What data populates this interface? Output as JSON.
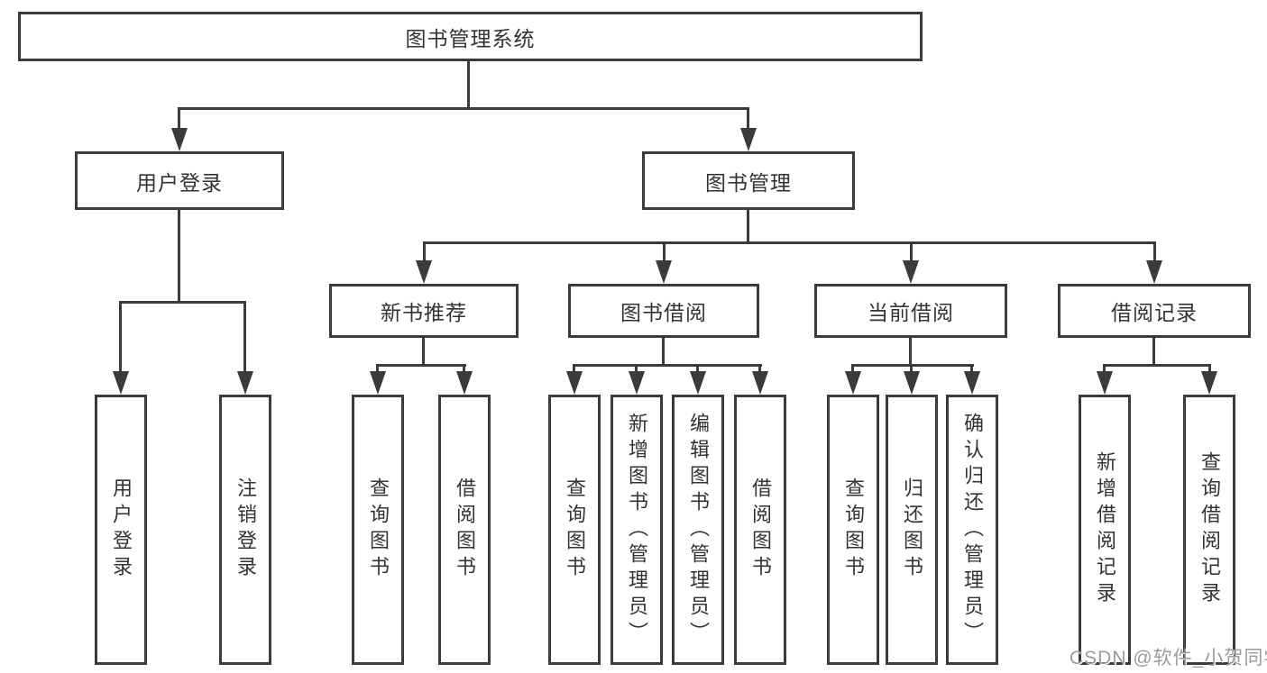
{
  "tree": {
    "label": "图书管理系统",
    "children": [
      {
        "label": "用户登录",
        "children": [
          {
            "label": "用户登录"
          },
          {
            "label": "注销登录"
          }
        ]
      },
      {
        "label": "图书管理",
        "children": [
          {
            "label": "新书推荐",
            "children": [
              {
                "label": "查询图书"
              },
              {
                "label": "借阅图书"
              }
            ]
          },
          {
            "label": "图书借阅",
            "children": [
              {
                "label": "查询图书"
              },
              {
                "label": "新增图书（管理员）"
              },
              {
                "label": "编辑图书（管理员）"
              },
              {
                "label": "借阅图书"
              }
            ]
          },
          {
            "label": "当前借阅",
            "children": [
              {
                "label": "查询图书"
              },
              {
                "label": "归还图书"
              },
              {
                "label": "确认归还（管理员）"
              }
            ]
          },
          {
            "label": "借阅记录",
            "children": [
              {
                "label": "新增借阅记录"
              },
              {
                "label": "查询借阅记录"
              }
            ]
          }
        ]
      }
    ]
  },
  "watermark": {
    "text": "CSDN @软件_小贺同学"
  },
  "colors": {
    "line": "#3b3b3b",
    "text": "#333333",
    "watermark": "#9b9b9b",
    "background": "#ffffff"
  }
}
